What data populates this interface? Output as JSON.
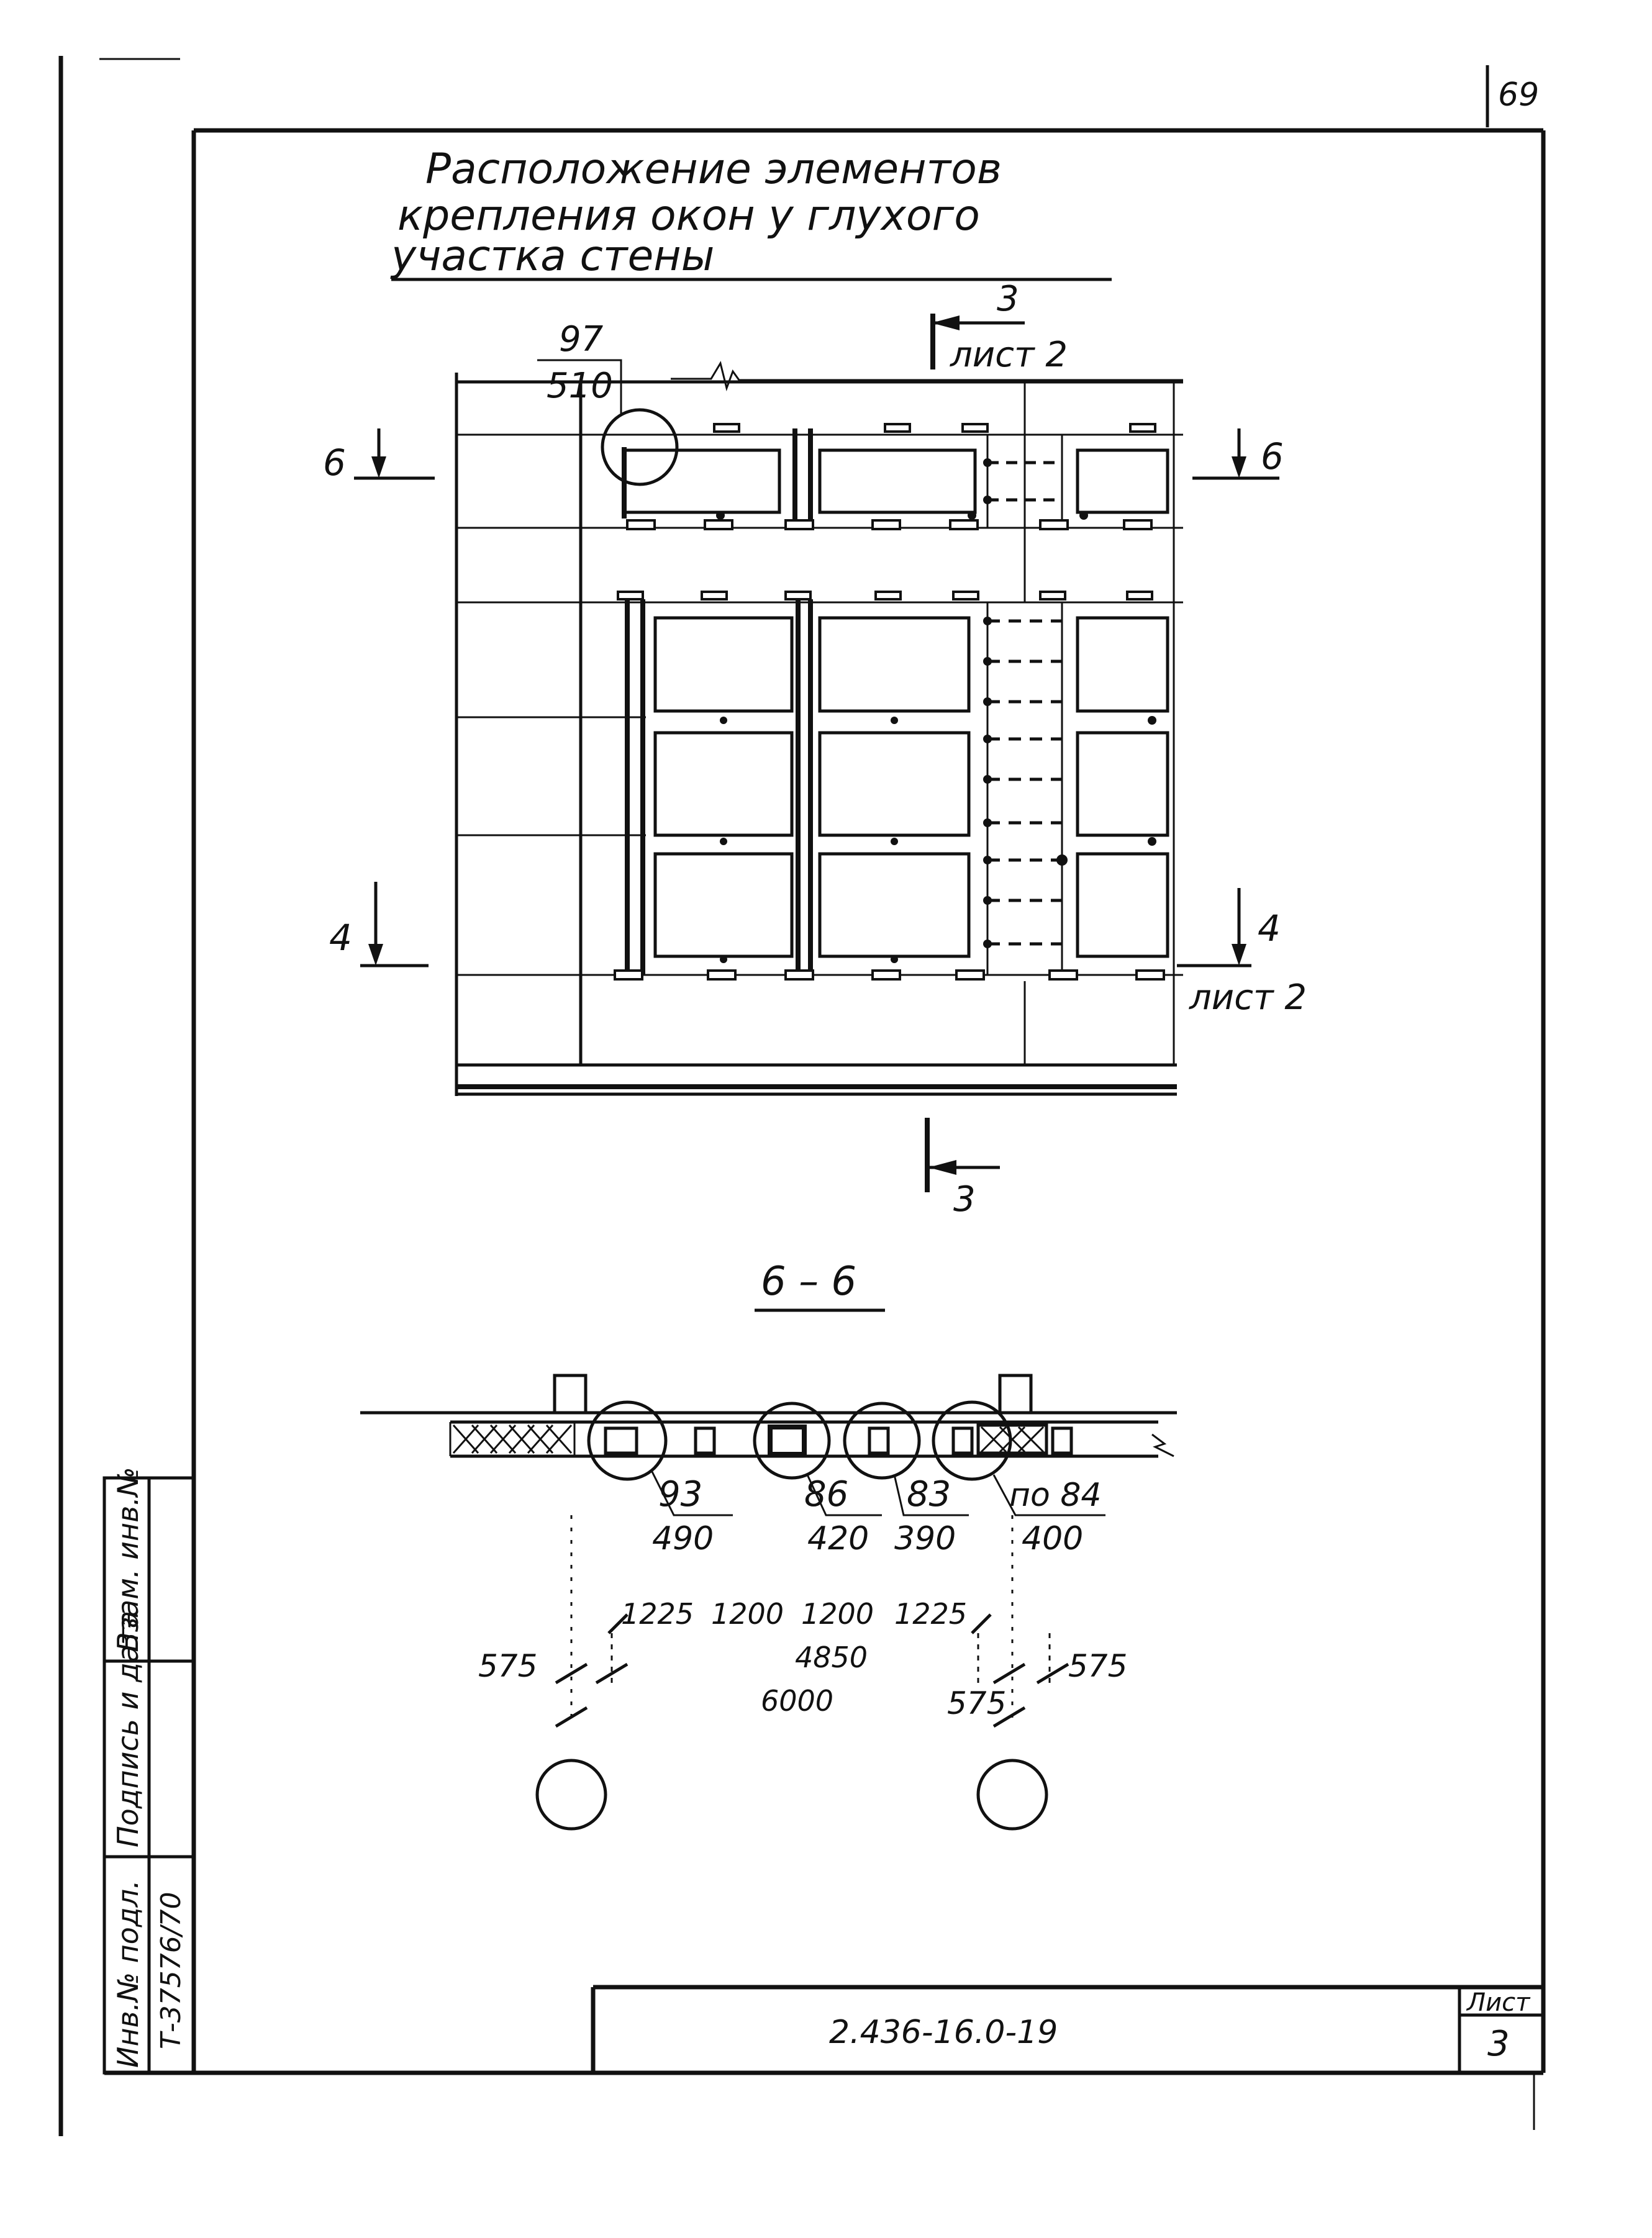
{
  "sheet": {
    "corner_page_number": "69",
    "title_lines": [
      "Расположение элементов",
      "крепления окон у глухого",
      "участка стены"
    ],
    "designation": "2.436-16.0-19",
    "sheet_label": "Лист",
    "sheet_number": "3"
  },
  "side_stamp": {
    "inv_no_original": "Инв.№ подл.",
    "signature_date": "Подпись и дата",
    "replacement_inv": "Взам. инв.№",
    "inv_value": "Т-37576/70"
  },
  "plan": {
    "callout_top": "97",
    "callout_bottom": "510",
    "section_3_label": "3",
    "section_3_sheet": "лист 2",
    "section_6_label": "6",
    "section_4_label": "4",
    "sheet_ref_bottom": "лист 2"
  },
  "section_66": {
    "title": "6 – 6",
    "callouts": [
      {
        "top": "93",
        "bottom": "490"
      },
      {
        "top": "86",
        "bottom": "420"
      },
      {
        "top": "83",
        "bottom": "390"
      },
      {
        "top": "по 84",
        "bottom": "400"
      }
    ],
    "dims_top": [
      "1225",
      "1200",
      "1200",
      "1225"
    ],
    "dim_575_left": "575",
    "dim_4850": "4850",
    "dim_6000": "6000",
    "dim_575_right_a": "575",
    "dim_575_right_b": "575"
  }
}
